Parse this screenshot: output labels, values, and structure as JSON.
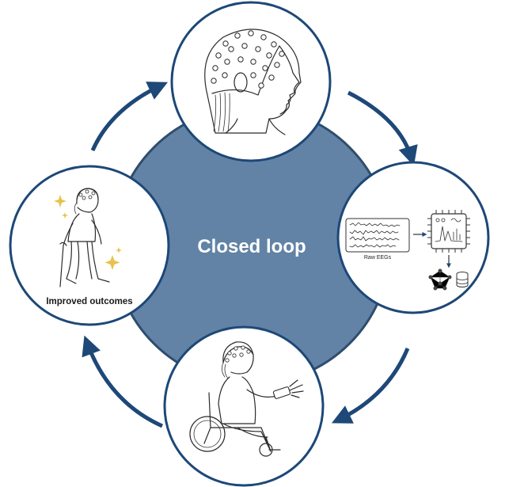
{
  "diagram": {
    "center_label": "Closed loop",
    "colors": {
      "center_fill": "#6283a6",
      "center_stroke": "#2f4d6e",
      "node_stroke": "#1d4877",
      "arrow": "#1d4877",
      "sparkle": "#e8c24a"
    },
    "nodes": [
      {
        "id": "eeg-cap",
        "icon": "eeg-cap-head-icon"
      },
      {
        "id": "processing",
        "icon": "eeg-processing-icon",
        "caption": "Raw EEGs"
      },
      {
        "id": "rehab",
        "icon": "wheelchair-exoskeleton-icon"
      },
      {
        "id": "outcome",
        "icon": "walking-person-icon",
        "caption": "Improved outcomes"
      }
    ]
  }
}
